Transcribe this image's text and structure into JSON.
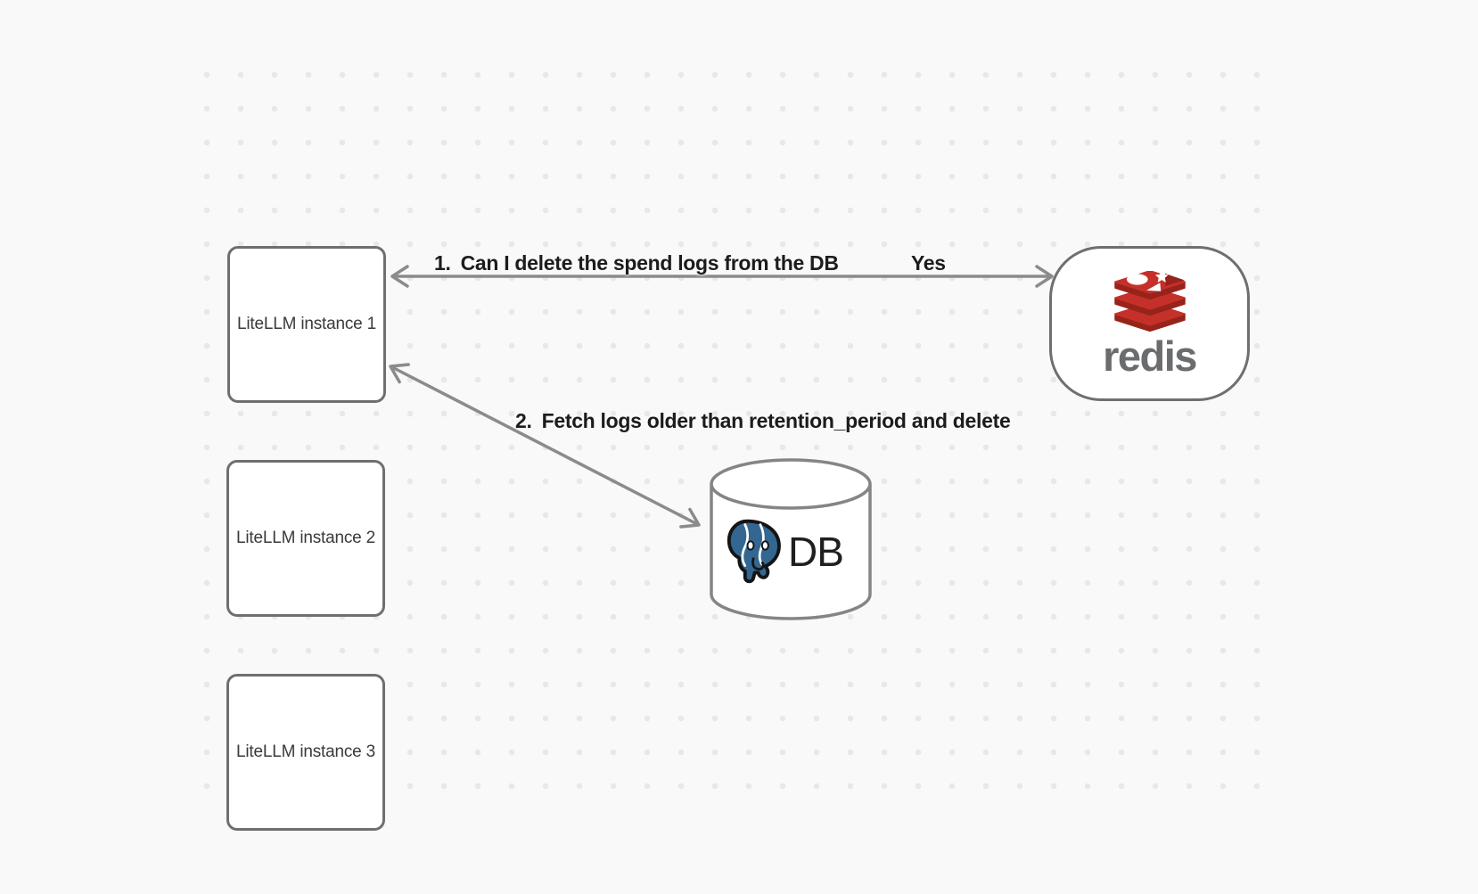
{
  "diagram": {
    "instances": [
      {
        "label": "LiteLLM instance 1"
      },
      {
        "label": "LiteLLM instance 2"
      },
      {
        "label": "LiteLLM instance 3"
      }
    ],
    "redis_node": {
      "wordmark": "redis",
      "logo_icon": "redis-stack-logo"
    },
    "db_node": {
      "label": "DB",
      "logo_icon": "postgresql-elephant-icon",
      "shape_icon": "database-cylinder"
    },
    "edges": [
      {
        "number": "1.",
        "label": "Can I delete the spend logs from the DB",
        "reply": "Yes",
        "direction": "bidirectional",
        "from": "LiteLLM instance 1",
        "to": "redis"
      },
      {
        "number": "2.",
        "label": "Fetch logs older than retention_period and delete",
        "direction": "bidirectional",
        "from": "LiteLLM instance 1",
        "to": "DB"
      }
    ],
    "colors": {
      "canvas_background": "#f9f9f9",
      "grid_dot": "#e8e8e8",
      "shape_border": "#6f6f6f",
      "arrow": "#8b8b8b",
      "edge_label_text": "#1c1c1e",
      "instance_label_text": "#3a3a3c",
      "redis_red": "#c6302b",
      "redis_dark_red": "#97231a",
      "redis_wordmark_gray": "#6a6c6e",
      "postgres_blue": "#336791",
      "db_text": "#1f1f1f"
    }
  }
}
